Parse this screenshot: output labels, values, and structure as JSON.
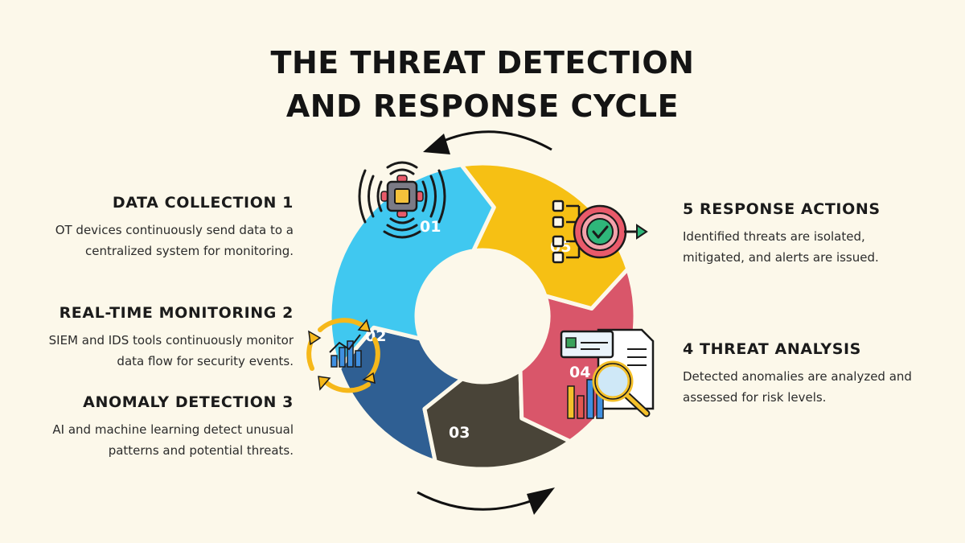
{
  "title": {
    "line1": "THE THREAT DETECTION",
    "line2": "AND RESPONSE CYCLE"
  },
  "steps": [
    {
      "number": "01",
      "heading": "DATA COLLECTION 1",
      "description": "OT devices continuously send data to a centralized system for monitoring.",
      "color": "#40c8f0",
      "icon": "iot-chip-icon"
    },
    {
      "number": "02",
      "heading": "REAL-TIME MONITORING 2",
      "description": "SIEM and IDS tools continuously monitor data flow for security events.",
      "color": "#2f5f93",
      "icon": "refresh-chart-icon"
    },
    {
      "number": "03",
      "heading": "ANOMALY DETECTION 3",
      "description": "AI and machine learning detect unusual patterns and potential threats.",
      "color": "#494438",
      "icon": ""
    },
    {
      "number": "04",
      "heading": "4 THREAT ANALYSIS",
      "description": "Detected anomalies are analyzed and assessed for risk levels.",
      "color": "#d9566a",
      "icon": "report-magnifier-icon"
    },
    {
      "number": "05",
      "heading": "5 RESPONSE ACTIONS",
      "description": "Identified threats are isolated, mitigated, and alerts are issued.",
      "color": "#f6c014",
      "icon": "target-check-icon"
    }
  ]
}
